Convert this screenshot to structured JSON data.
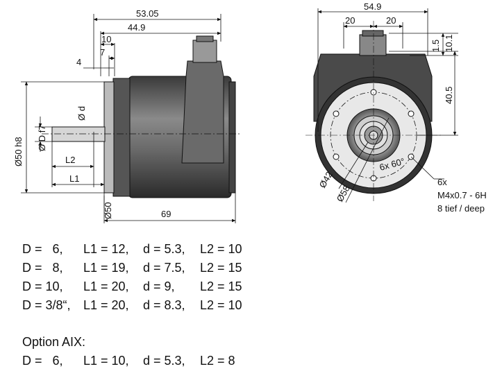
{
  "drawing": {
    "side_view": {
      "dimensions": {
        "overall_length_a": "53.05",
        "overall_length_b": "44.9",
        "flange_offset": "10",
        "flange_depth": "7",
        "flange_thickness": "4",
        "flange_diameter": "Ø50 h8",
        "shaft_diameter": "Ø D f7",
        "flat_d": "Ø d",
        "flat_length": "L2",
        "shaft_length": "L1",
        "body_diameter": "Ø50",
        "body_length": "69"
      }
    },
    "front_view": {
      "dimensions": {
        "connector_width": "54.9",
        "pitch_left": "20",
        "pitch_right": "20",
        "height_small": "1.5",
        "height_medium": "10.1",
        "center_height": "40.5",
        "pcd_inner": "Ø42",
        "pcd_outer": "Ø58",
        "hole_pattern": "6x 60°"
      },
      "thread_note": {
        "line1": "6x",
        "line2": "M4x0.7 - 6H",
        "line3": "8 tief / deep"
      }
    }
  },
  "variants": [
    {
      "D": "D =   6,",
      "L1": "L1 = 12,",
      "d": "d = 5.3,",
      "L2": "L2 = 10"
    },
    {
      "D": "D =   8,",
      "L1": "L1 = 19,",
      "d": "d = 7.5,",
      "L2": "L2 = 15"
    },
    {
      "D": "D = 10,",
      "L1": "L1 = 20,",
      "d": "d = 9,",
      "L2": "L2 = 15"
    },
    {
      "D": "D = 3/8“,",
      "L1": "L1 = 20,",
      "d": "d = 8.3,",
      "L2": "L2 = 10"
    }
  ],
  "option": {
    "title": "Option AIX:",
    "row": {
      "D": "D =   6,",
      "L1": "L1 = 10,",
      "d": "d = 5.3,",
      "L2": "L2 = 8"
    }
  }
}
